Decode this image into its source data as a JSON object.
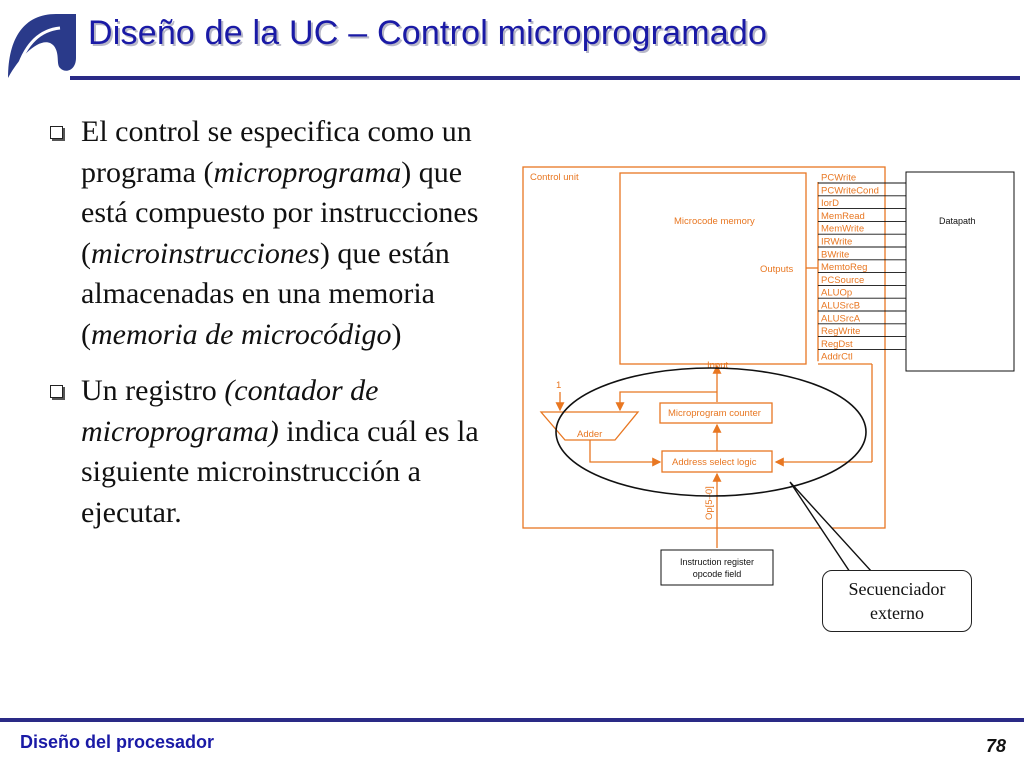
{
  "slide": {
    "title": "Diseño de la UC – Control microprogramado",
    "footer_left": "Diseño del procesador",
    "page_number": "78"
  },
  "bullets": [
    {
      "parts": [
        {
          "text": "El control se especifica como un programa (",
          "italic": false
        },
        {
          "text": "microprograma",
          "italic": true
        },
        {
          "text": ") que está compuesto por instrucciones (",
          "italic": false
        },
        {
          "text": "microinstrucciones",
          "italic": true
        },
        {
          "text": ") que están almacenadas en una memoria (",
          "italic": false
        },
        {
          "text": "memoria de microcódigo",
          "italic": true
        },
        {
          "text": ")",
          "italic": false
        }
      ]
    },
    {
      "parts": [
        {
          "text": "Un registro ",
          "italic": false
        },
        {
          "text": "(contador de microprograma)",
          "italic": true
        },
        {
          "text": " indica cuál es la siguiente microinstrucción a ejecutar.",
          "italic": false
        }
      ]
    }
  ],
  "diagram": {
    "control_unit_label": "Control unit",
    "microcode_memory_label": "Microcode memory",
    "outputs_label": "Outputs",
    "input_label": "Input",
    "datapath_label": "Datapath",
    "signals": [
      "PCWrite",
      "PCWriteCond",
      "IorD",
      "MemRead",
      "MemWrite",
      "IRWrite",
      "BWrite",
      "MemtoReg",
      "PCSource",
      "ALUOp",
      "ALUSrcB",
      "ALUSrcA",
      "RegWrite",
      "RegDst",
      "AddrCtl"
    ],
    "constant_one": "1",
    "adder_label": "Adder",
    "microprogram_counter_label": "Microprogram counter",
    "address_select_label": "Address select logic",
    "op_label": "Op[5–0]",
    "ir_line1": "Instruction register",
    "ir_line2": "opcode field",
    "callout_line1": "Secuenciador",
    "callout_line2": "externo"
  },
  "colors": {
    "title": "#1a1aa6",
    "rule": "#2a2a86",
    "diagram_orange": "#e87722"
  }
}
